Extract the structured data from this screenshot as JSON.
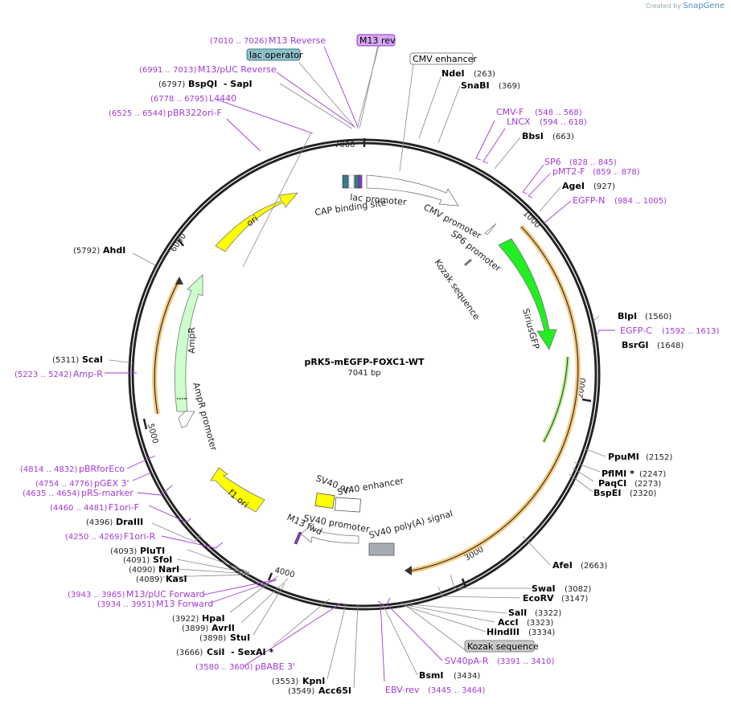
{
  "credit": {
    "prefix": "Created by",
    "brand": "SnapGene"
  },
  "plasmid": {
    "name": "pRK5-mEGFP-FOXC1-WT",
    "length": "7041 bp"
  },
  "ticks": [
    "1000",
    "2000",
    "3000",
    "4000",
    "5000",
    "6000",
    "7000"
  ],
  "enzymes": [
    {
      "name": "NdeI",
      "pos": "(263)"
    },
    {
      "name": "SnaBI",
      "pos": "(369)"
    },
    {
      "name": "BbsI",
      "pos": "(663)"
    },
    {
      "name": "AgeI",
      "pos": "(927)"
    },
    {
      "name": "BlpI",
      "pos": "(1560)"
    },
    {
      "name": "BsrGI",
      "pos": "(1648)"
    },
    {
      "name": "PpuMI",
      "pos": "(2152)"
    },
    {
      "name": "PflMI *",
      "pos": "(2247)"
    },
    {
      "name": "PaqCI",
      "pos": "(2273)"
    },
    {
      "name": "BspEI",
      "pos": "(2320)"
    },
    {
      "name": "AfeI",
      "pos": "(2663)"
    },
    {
      "name": "SwaI",
      "pos": "(3082)"
    },
    {
      "name": "EcoRV",
      "pos": "(3147)"
    },
    {
      "name": "SalI",
      "pos": "(3322)"
    },
    {
      "name": "AccI",
      "pos": "(3323)"
    },
    {
      "name": "HindIII",
      "pos": "(3334)"
    },
    {
      "name": "BsmI",
      "pos": "(3434)"
    },
    {
      "name": "KpnI",
      "pos": "(3553)"
    },
    {
      "name": "Acc65I",
      "pos": "(3549)"
    },
    {
      "name": "CsiI  - SexAI *",
      "pos": "(3666)"
    },
    {
      "name": "StuI",
      "pos": "(3898)"
    },
    {
      "name": "AvrII",
      "pos": "(3899)"
    },
    {
      "name": "HpaI",
      "pos": "(3922)"
    },
    {
      "name": "KasI",
      "pos": "(4089)"
    },
    {
      "name": "NarI",
      "pos": "(4090)"
    },
    {
      "name": "SfoI",
      "pos": "(4091)"
    },
    {
      "name": "PluTI",
      "pos": "(4093)"
    },
    {
      "name": "DraIII",
      "pos": "(4396)"
    },
    {
      "name": "ScaI",
      "pos": "(5311)"
    },
    {
      "name": "AhdI",
      "pos": "(5792)"
    },
    {
      "name": "BspQI  - SapI",
      "pos": "(6797)"
    }
  ],
  "primers": [
    {
      "name": "CMV-F",
      "pos": "(548 .. 568)"
    },
    {
      "name": "LNCX",
      "pos": "(594 .. 618)"
    },
    {
      "name": "SP6",
      "pos": "(828 .. 845)"
    },
    {
      "name": "pMT2-F",
      "pos": "(859 .. 878)"
    },
    {
      "name": "EGFP-N",
      "pos": "(984 .. 1005)"
    },
    {
      "name": "EGFP-C",
      "pos": "(1592 .. 1613)"
    },
    {
      "name": "SV40pA-R",
      "pos": "(3391 .. 3410)"
    },
    {
      "name": "EBV-rev",
      "pos": "(3445 .. 3464)"
    },
    {
      "name": "pBABE 3'",
      "pos": "(3580 .. 3600)"
    },
    {
      "name": "M13 Forward",
      "pos": "(3934 .. 3951)"
    },
    {
      "name": "M13/pUC Forward",
      "pos": "(3943 .. 3965)"
    },
    {
      "name": "F1ori-R",
      "pos": "(4250 .. 4269)"
    },
    {
      "name": "F1ori-F",
      "pos": "(4460 .. 4481)"
    },
    {
      "name": "pRS-marker",
      "pos": "(4635 .. 4654)"
    },
    {
      "name": "pGEX 3'",
      "pos": "(4754 .. 4776)"
    },
    {
      "name": "pBRforEco",
      "pos": "(4814 .. 4832)"
    },
    {
      "name": "Amp-R",
      "pos": "(5223 .. 5242)"
    },
    {
      "name": "pBR322ori-F",
      "pos": "(6525 .. 6544)"
    },
    {
      "name": "L4440",
      "pos": "(6778 .. 6795)"
    },
    {
      "name": "M13/pUC Reverse",
      "pos": "(6991 .. 7013)"
    },
    {
      "name": "M13 Reverse",
      "pos": "(7010 .. 7026)"
    }
  ],
  "boxed_labels": {
    "m13_rev": "M13 rev",
    "lac_operator": "lac operator",
    "cmv_enhancer": "CMV enhancer",
    "kozak_sequence": "Kozak sequence"
  },
  "features": {
    "lac_promoter": "lac promoter",
    "cap_binding_site": "CAP binding site",
    "cmv_promoter": "CMV promoter",
    "sp6_promoter": "SP6 promoter",
    "kozak_sequence": "Kozak sequence",
    "siriusgfp": "SiriusGFP",
    "ori": "ori",
    "ampr": "AmpR",
    "ampr_promoter": "AmpR promoter",
    "f1_ori": "f1 ori",
    "sv40_ori": "SV40 ori",
    "sv40_enhancer": "SV40 enhancer",
    "sv40_promoter": "SV40 promoter",
    "m13_fwd": "M13 fwd",
    "sv40_polya": "SV40 poly(A) signal"
  },
  "colors": {
    "primer": "#a13ad6",
    "ori": "#ffff00",
    "sirius": "#22ee22",
    "ampr": "#ccffcc",
    "orf": "#f7c87a",
    "lac_operator_box": "#8fbfc9",
    "m13_box": "#d9a8f0",
    "kozak_box": "#c8c8c8"
  }
}
